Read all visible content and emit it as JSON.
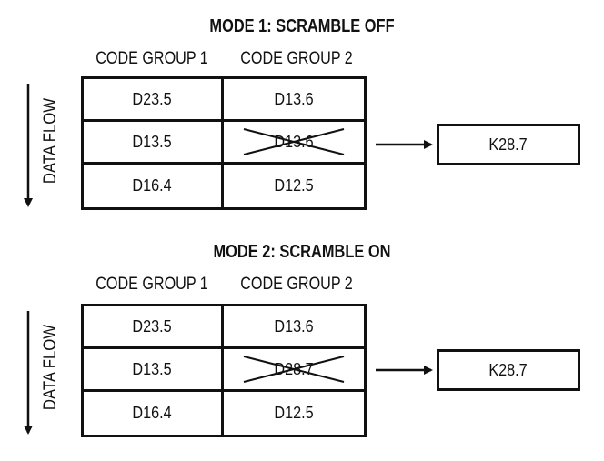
{
  "modes": [
    {
      "title": "MODE 1: SCRAMBLE OFF",
      "col1_header": "CODE GROUP 1",
      "col2_header": "CODE GROUP 2",
      "flow_label": "DATA FLOW",
      "rows": [
        {
          "g1": "D23.5",
          "g2": "D13.6"
        },
        {
          "g1": "D13.5",
          "g2": "D13.6"
        },
        {
          "g1": "D16.4",
          "g2": "D12.5"
        }
      ],
      "replaced_row": 2,
      "output": "K28.7"
    },
    {
      "title": "MODE 2: SCRAMBLE ON",
      "col1_header": "CODE GROUP 1",
      "col2_header": "CODE GROUP 2",
      "flow_label": "DATA FLOW",
      "rows": [
        {
          "g1": "D23.5",
          "g2": "D13.6"
        },
        {
          "g1": "D13.5",
          "g2": "D28.7"
        },
        {
          "g1": "D16.4",
          "g2": "D12.5"
        }
      ],
      "replaced_row": 2,
      "output": "K28.7"
    }
  ]
}
